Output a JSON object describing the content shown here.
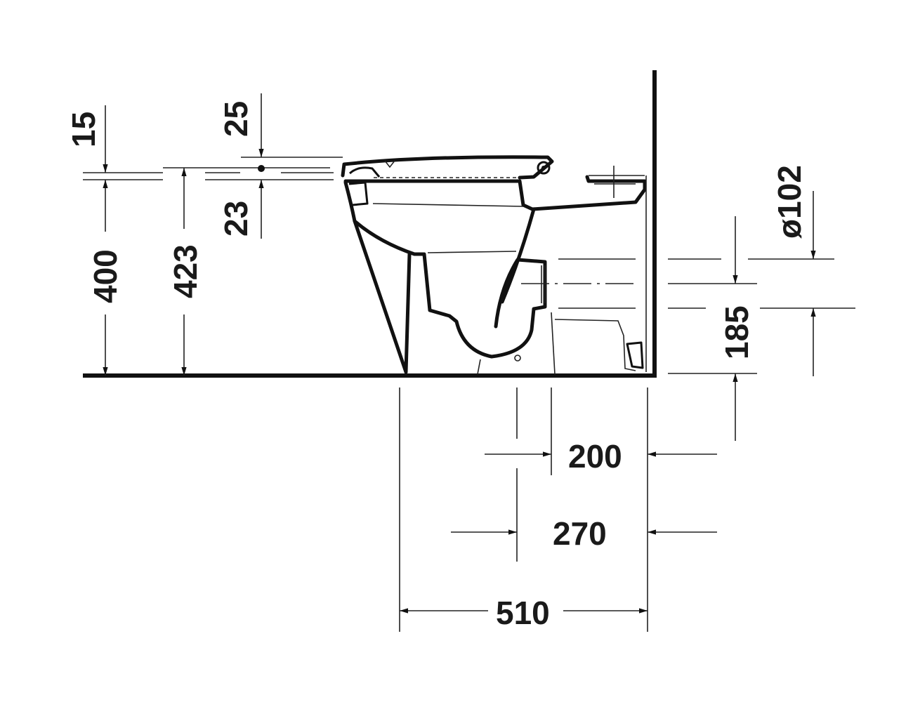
{
  "drawing": {
    "subject": "Floor-standing toilet, side elevation",
    "units": "mm",
    "dimensions": {
      "seat_thickness": "15",
      "lid_height": "25",
      "seat_height": "400",
      "rim_height_with_seat": "423",
      "hinge_offset": "23",
      "outlet_diameter": "ø102",
      "outlet_height": "185",
      "outlet_to_wall": "200",
      "fixing_to_wall": "270",
      "overall_depth": "510"
    }
  }
}
